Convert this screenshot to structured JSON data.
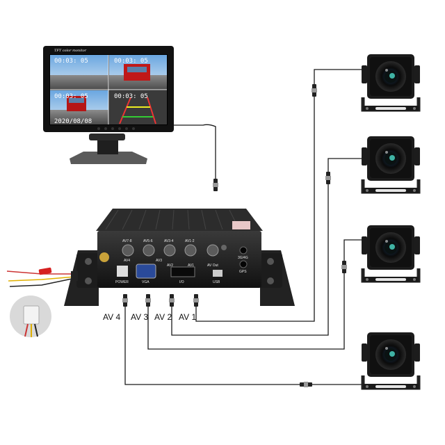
{
  "monitor": {
    "brand": "TFT color monitor",
    "quad_times": [
      "00:03: 05",
      "00:03: 05",
      "00:03: 05",
      "00:03: 05"
    ],
    "date": "2020/08/08"
  },
  "dvr": {
    "top_ports": [
      "AV7-8",
      "AV5-6",
      "AV3-4",
      "AV1-2"
    ],
    "sub_ports": [
      "AV4",
      "AV3",
      "AV2",
      "AV1",
      "AV Out"
    ],
    "right_labels": [
      "3G/4G",
      "GPS"
    ],
    "bottom_labels": [
      "POWER",
      "VGA",
      "I/O",
      "USB"
    ]
  },
  "av_labels": [
    "AV 4",
    "AV 3",
    "AV 2",
    "AV 1"
  ],
  "icons": [
    "monitor-icon",
    "camera-icon",
    "dvr-icon",
    "power-harness-icon",
    "connector-icon"
  ]
}
